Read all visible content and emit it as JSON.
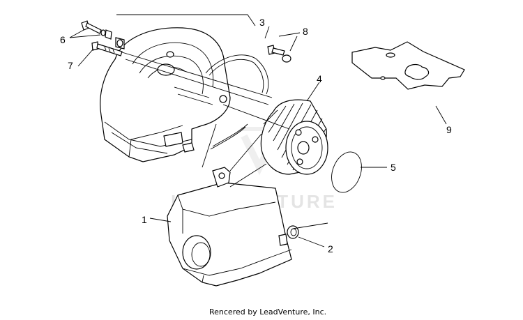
{
  "diagram": {
    "callouts": [
      {
        "id": "1",
        "text": "1"
      },
      {
        "id": "2",
        "text": "2"
      },
      {
        "id": "3",
        "text": "3"
      },
      {
        "id": "4",
        "text": "4"
      },
      {
        "id": "5",
        "text": "5"
      },
      {
        "id": "6",
        "text": "6"
      },
      {
        "id": "7",
        "text": "7"
      },
      {
        "id": "8",
        "text": "8"
      },
      {
        "id": "9",
        "text": "9"
      }
    ],
    "watermark": "LEADVENTURE",
    "credit": "Rencered by LeadVenture, Inc."
  }
}
